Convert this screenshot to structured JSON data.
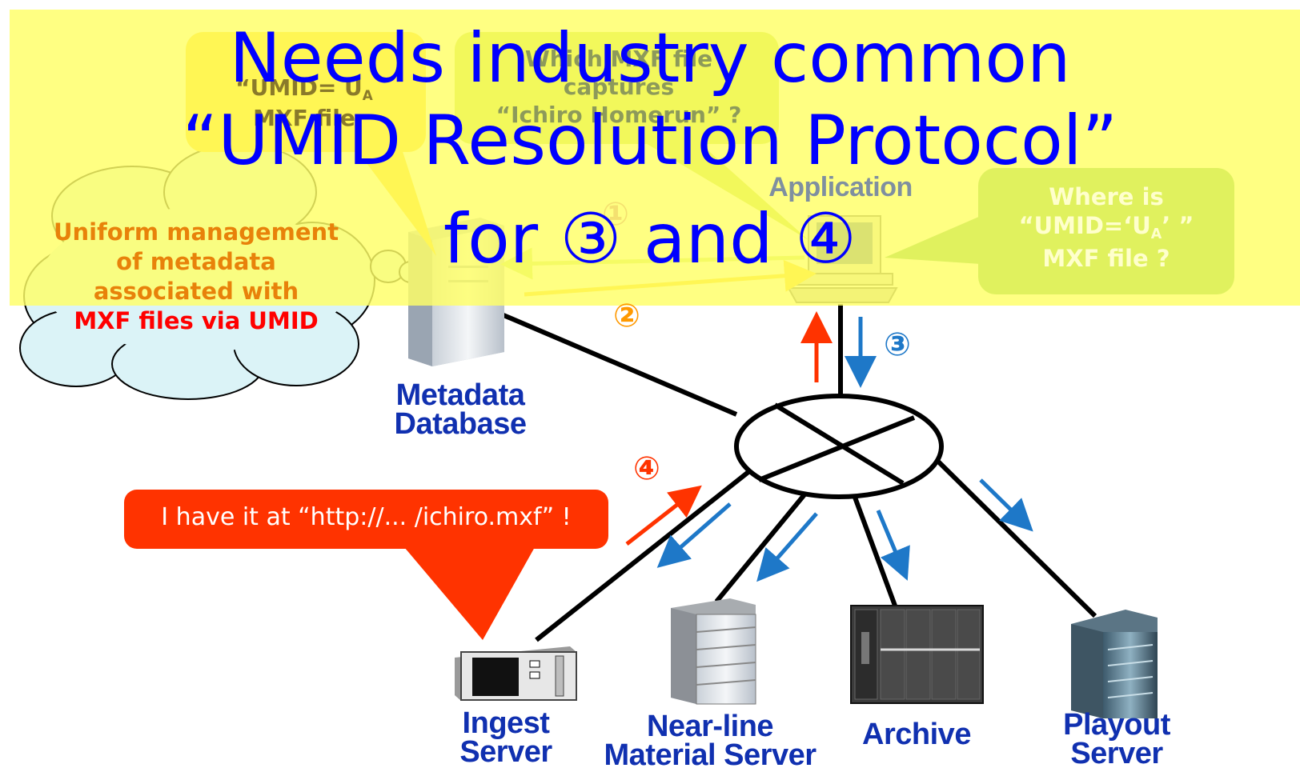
{
  "title": {
    "line1": "Needs industry common",
    "line2": "“UMID Resolution Protocol”",
    "line3": "for ③ and ④"
  },
  "cloud": {
    "line1": "Uniform management",
    "line2": "of metadata",
    "line3": "associated with",
    "line4": "MXF files via UMID"
  },
  "callouts": {
    "umid_main": "“UMID= U",
    "umid_sub": "A",
    "umid_line2": "MXF file",
    "which_line1": "Which MXF file",
    "which_line2": "captures",
    "which_line3": "“Ichiro Homerun” ?",
    "where_line1": "Where is",
    "where_line2_main": "“UMID=‘U",
    "where_line2_sub": "A",
    "where_line2_end": "’ ”",
    "where_line3": "MXF file ?",
    "ingest_reply": "I have it at “http://... /ichiro.mxf” !"
  },
  "steps": {
    "s1": "①",
    "s2": "②",
    "s3": "③",
    "s4": "④"
  },
  "nodes": {
    "application": "Application",
    "metadata_db_line1": "Metadata",
    "metadata_db_line2": "Database",
    "ingest_line1": "Ingest",
    "ingest_line2": "Server",
    "nearline_line1": "Near-line",
    "nearline_line2": "Material Server",
    "archive": "Archive",
    "playout_line1": "Playout",
    "playout_line2": "Server"
  },
  "colors": {
    "title": "#0000ff",
    "banner": "#ffff66",
    "cloud_fill": "#dbf3f7",
    "cloud_text": "#e8820a",
    "cloud_highlight": "#ff0000",
    "reply_bubble": "#ff3300",
    "arrow_blue": "#1e78c8",
    "arrow_red": "#ff3300",
    "step2_orange": "#ff9900",
    "label_blue": "#1030b0"
  }
}
